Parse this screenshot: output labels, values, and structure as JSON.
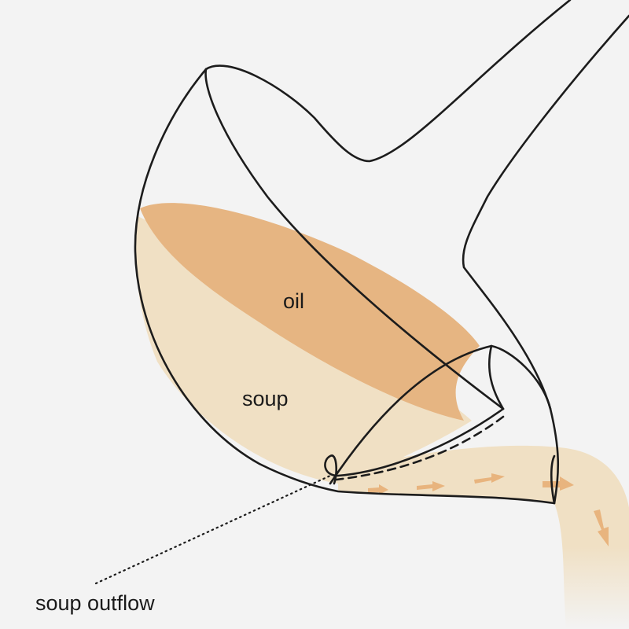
{
  "labels": {
    "oil": "oil",
    "soup": "soup",
    "outflow": "soup outflow"
  },
  "colors": {
    "background": "#f3f3f3",
    "oil": "#e6b582",
    "soup": "#f0e0c4",
    "arrow": "#e8b47e",
    "outline": "#1c1c1c"
  }
}
